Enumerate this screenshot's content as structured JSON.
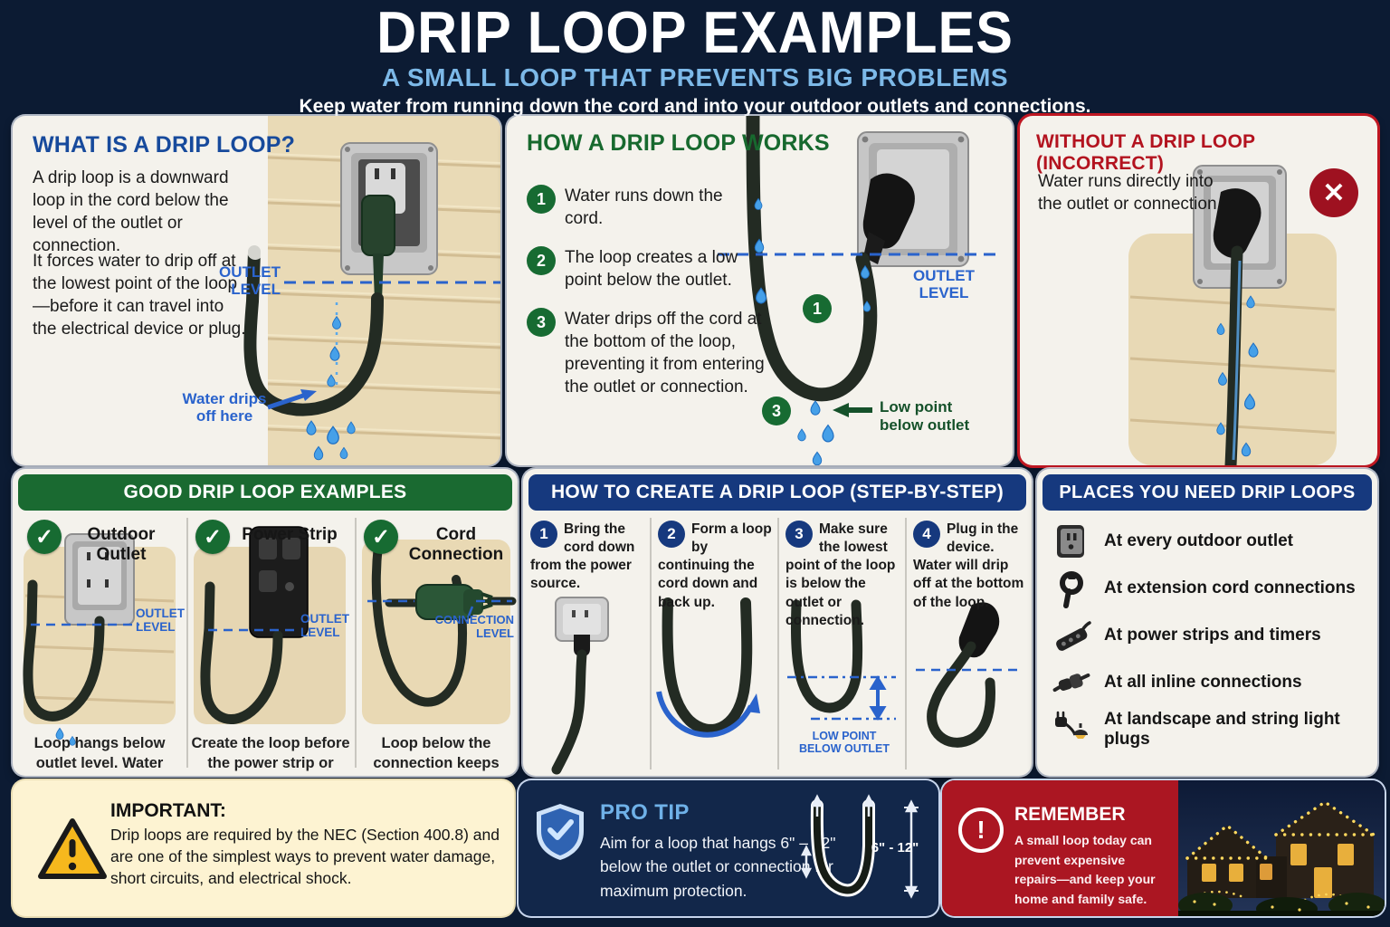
{
  "header": {
    "title": "DRIP LOOP EXAMPLES",
    "subtitle": "A SMALL LOOP THAT PREVENTS BIG PROBLEMS",
    "tagline": "Keep water from running down the cord and into your outdoor outlets and connections."
  },
  "icons": {
    "check": "✓",
    "x": "✕",
    "warning": "!",
    "remember": "!"
  },
  "colors": {
    "background": "#0c1b33",
    "panel": "#f4f2ec",
    "green": "#1a6a31",
    "blue": "#16397e",
    "red": "#9e1120",
    "label_blue": "#2a63cc",
    "subtitle_blue": "#7db9e8",
    "cream": "#fdf3d2"
  },
  "what_is": {
    "title": "WHAT IS A DRIP LOOP?",
    "para1": "A drip loop is a downward loop in the cord below the level of the outlet or connection.",
    "para2": "It forces water to drip off at the lowest point of the loop—before it can travel into the electrical device or plug.",
    "outlet_level_label": "OUTLET LEVEL",
    "drip_label": "Water drips off here"
  },
  "how_works": {
    "title": "HOW A DRIP LOOP WORKS",
    "steps": [
      {
        "num": "1",
        "text": "Water runs down the cord."
      },
      {
        "num": "2",
        "text": "The loop creates a low point below the outlet."
      },
      {
        "num": "3",
        "text": "Water drips off the cord at the bottom of the loop, preventing it from entering the outlet or connection."
      }
    ],
    "outlet_level_label": "OUTLET LEVEL",
    "low_point_label": "Low point below outlet"
  },
  "without": {
    "title": "WITHOUT A DRIP LOOP (INCORRECT)",
    "text": "Water runs directly into the outlet or connection."
  },
  "good_examples": {
    "title": "GOOD DRIP LOOP EXAMPLES",
    "items": [
      {
        "label": "Outdoor Outlet",
        "level_label": "OUTLET LEVEL",
        "caption": "Loop hangs below outlet level. Water drips off at the bottom."
      },
      {
        "label": "Power Strip",
        "level_label": "OUTLET LEVEL",
        "caption": "Create the loop before the power strip or timer."
      },
      {
        "label": "Cord Connection",
        "level_label": "CONNECTION LEVEL",
        "caption": "Loop below the connection keeps water out."
      }
    ]
  },
  "how_to_create": {
    "title": "HOW TO CREATE A DRIP LOOP (STEP-BY-STEP)",
    "steps": [
      {
        "num": "1",
        "text": "Bring the cord down from the power source."
      },
      {
        "num": "2",
        "text": "Form a loop by continuing the cord down and back up."
      },
      {
        "num": "3",
        "text": "Make sure the lowest point of the loop is below the outlet or connection.",
        "annotation": "LOW POINT BELOW OUTLET"
      },
      {
        "num": "4",
        "text": "Plug in the device. Water will drip off at the bottom of the loop."
      }
    ]
  },
  "places": {
    "title": "PLACES YOU NEED DRIP LOOPS",
    "items": [
      {
        "icon": "outdoor-outlet-icon",
        "text": "At every outdoor outlet"
      },
      {
        "icon": "extension-cord-icon",
        "text": "At extension cord connections"
      },
      {
        "icon": "power-strip-icon",
        "text": "At power strips and timers"
      },
      {
        "icon": "inline-connection-icon",
        "text": "At all inline connections"
      },
      {
        "icon": "landscape-plug-icon",
        "text": "At landscape and string light plugs"
      }
    ]
  },
  "important": {
    "title": "IMPORTANT:",
    "text": "Drip loops are required by the NEC (Section 400.8) and are one of the simplest ways to prevent water damage, short circuits, and electrical shock."
  },
  "pro_tip": {
    "title": "PRO TIP",
    "text": "Aim for a loop that hangs 6\" – 12\" below the outlet or connection for maximum protection.",
    "measurement": "6\" - 12\""
  },
  "remember": {
    "title": "REMEMBER",
    "text": "A small loop today can prevent expensive repairs—and keep your home and family safe."
  }
}
